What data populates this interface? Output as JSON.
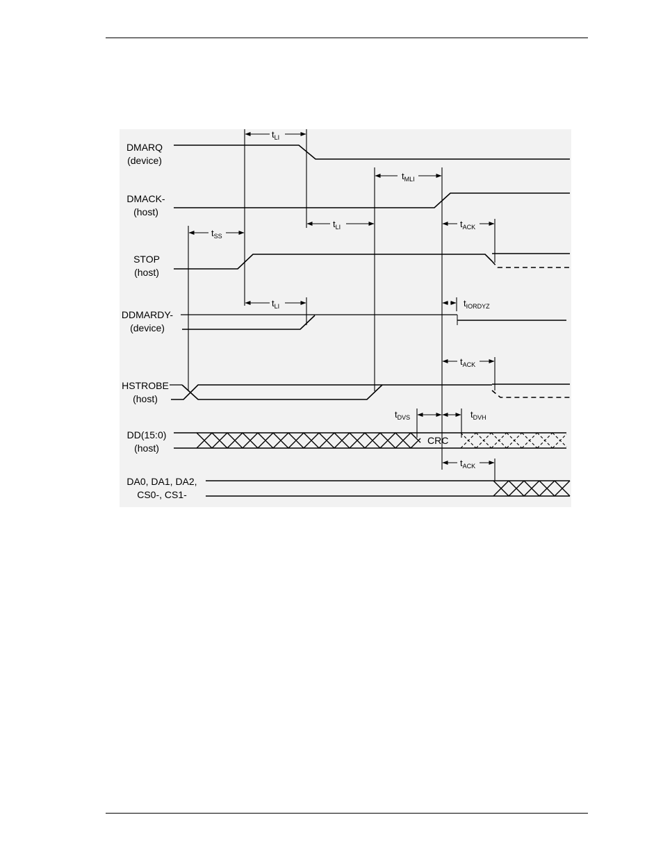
{
  "signals": {
    "dmarq": {
      "name": "DMARQ",
      "sub": "(device)"
    },
    "dmack": {
      "name": "DMACK-",
      "sub": "(host)"
    },
    "stop": {
      "name": "STOP",
      "sub": "(host)"
    },
    "ddmardy": {
      "name": "DDMARDY-",
      "sub": "(device)"
    },
    "hstrobe": {
      "name": "HSTROBE",
      "sub": "(host)"
    },
    "dd": {
      "name": "DD(15:0)",
      "sub": "(host)"
    },
    "da": {
      "name": "DA0, DA1, DA2,",
      "sub": "CS0-, CS1-"
    }
  },
  "timings": {
    "tli_top": {
      "t": "t",
      "sub": "LI"
    },
    "tmli": {
      "t": "t",
      "sub": "MLI"
    },
    "tli_mid": {
      "t": "t",
      "sub": "LI"
    },
    "tack_1": {
      "t": "t",
      "sub": "ACK"
    },
    "tss": {
      "t": "t",
      "sub": "SS"
    },
    "tli_low": {
      "t": "t",
      "sub": "LI"
    },
    "tiordyz": {
      "t": "t",
      "sub": "IORDYZ"
    },
    "tack_2": {
      "t": "t",
      "sub": "ACK"
    },
    "tdvs": {
      "t": "t",
      "sub": "DVS"
    },
    "tdvh": {
      "t": "t",
      "sub": "DVH"
    },
    "tack_3": {
      "t": "t",
      "sub": "ACK"
    }
  },
  "crc_label": "CRC"
}
